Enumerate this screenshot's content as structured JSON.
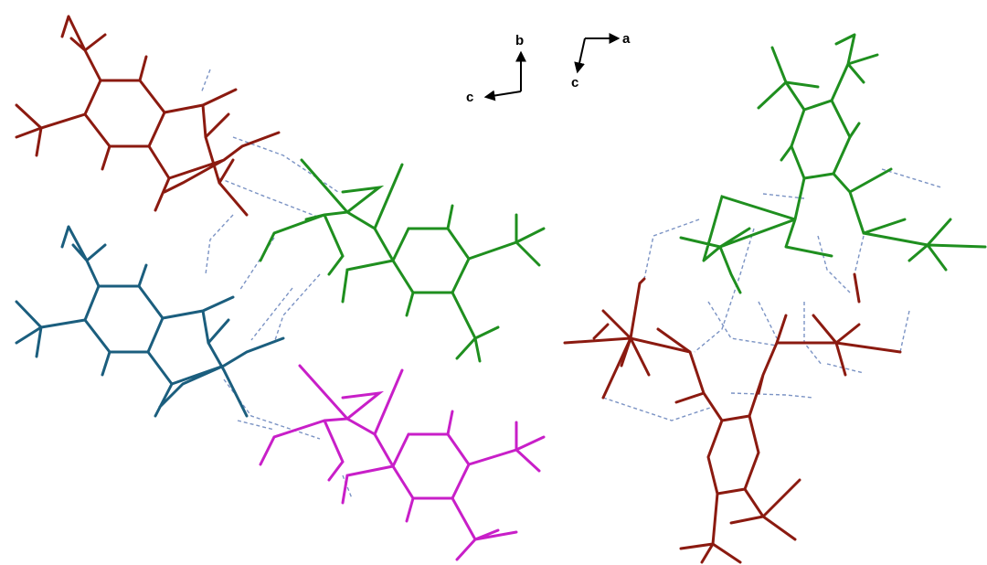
{
  "colors": {
    "red": "#8b1a10",
    "teal": "#1b5e7e",
    "green": "#1f8f1f",
    "magenta": "#c81fc8",
    "hbond": "#7b93c4"
  },
  "axes_left": {
    "up_label": "b",
    "left_label": "c"
  },
  "axes_right": {
    "right_label": "a",
    "down_label": "c"
  }
}
